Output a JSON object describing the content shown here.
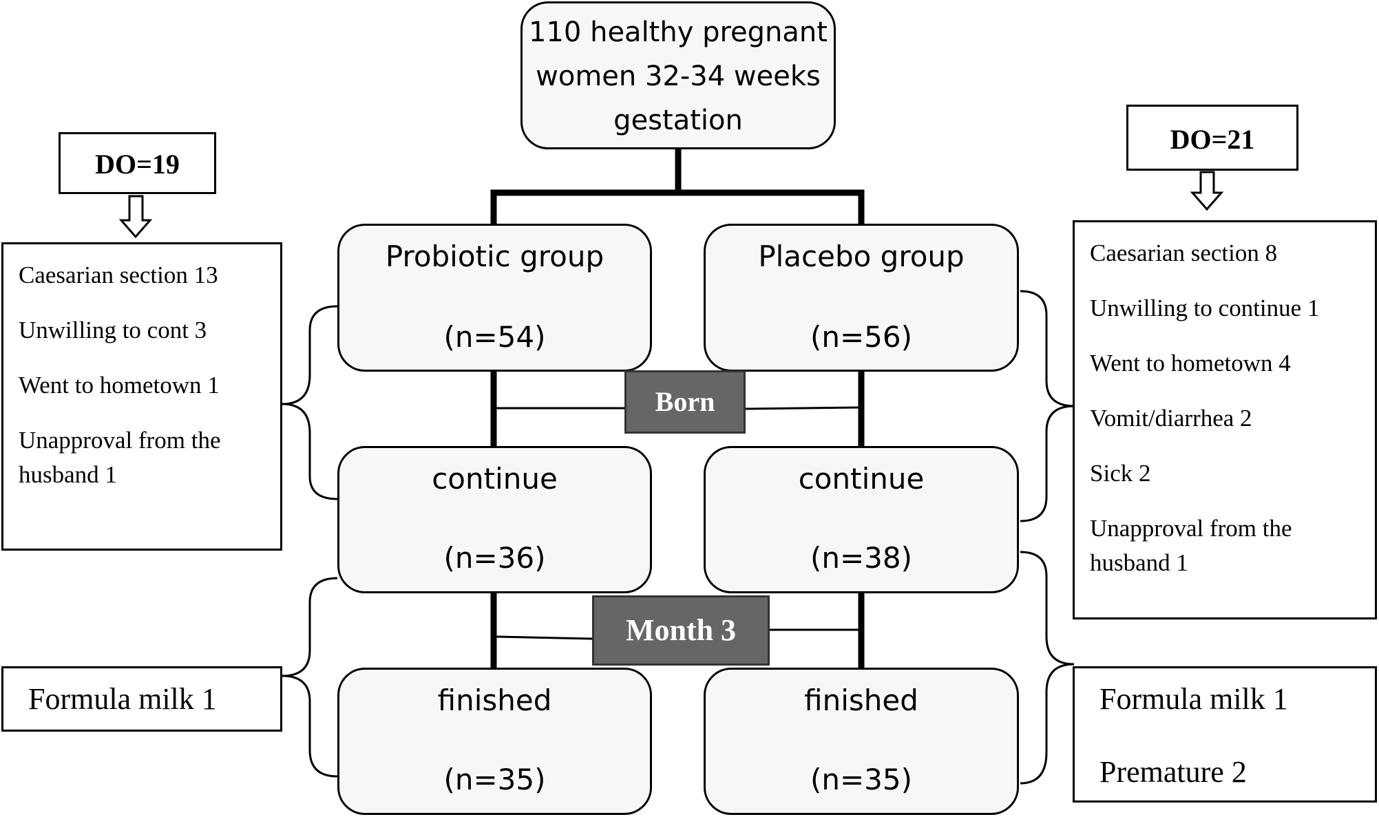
{
  "top": {
    "line1": "110 healthy pregnant",
    "line2": "women  32-34 weeks",
    "line3": "gestation"
  },
  "left_do": {
    "label": "DO=19"
  },
  "right_do": {
    "label": "DO=21"
  },
  "left_reasons": [
    "Caesarian section 13",
    "Unwilling to cont  3",
    "Went to hometown 1",
    "Unapproval from the",
    "husband 1"
  ],
  "right_reasons": [
    "Caesarian section 8",
    "Unwilling to continue 1",
    "Went to hometown 4",
    "Vomit/diarrhea 2",
    "Sick  2",
    "Unapproval from the",
    "husband 1"
  ],
  "left_bottom": [
    "Formula milk 1"
  ],
  "right_bottom": [
    "Formula milk 1",
    "Premature 2"
  ],
  "probiotic": {
    "title": "Probiotic group",
    "n": "(n=54)",
    "continue_title": "continue",
    "continue_n": "(n=36)",
    "finished_title": "finished",
    "finished_n": "(n=35)"
  },
  "placebo": {
    "title": "Placebo group",
    "n": "(n=56)",
    "continue_title": "continue",
    "continue_n": "(n=38)",
    "finished_title": "finished",
    "finished_n": "(n=35)"
  },
  "stages": {
    "born": "Born",
    "month3": "Month 3"
  },
  "colors": {
    "stage_fill": "#666666",
    "box_fill": "#f7f7f7",
    "line": "#000000"
  }
}
